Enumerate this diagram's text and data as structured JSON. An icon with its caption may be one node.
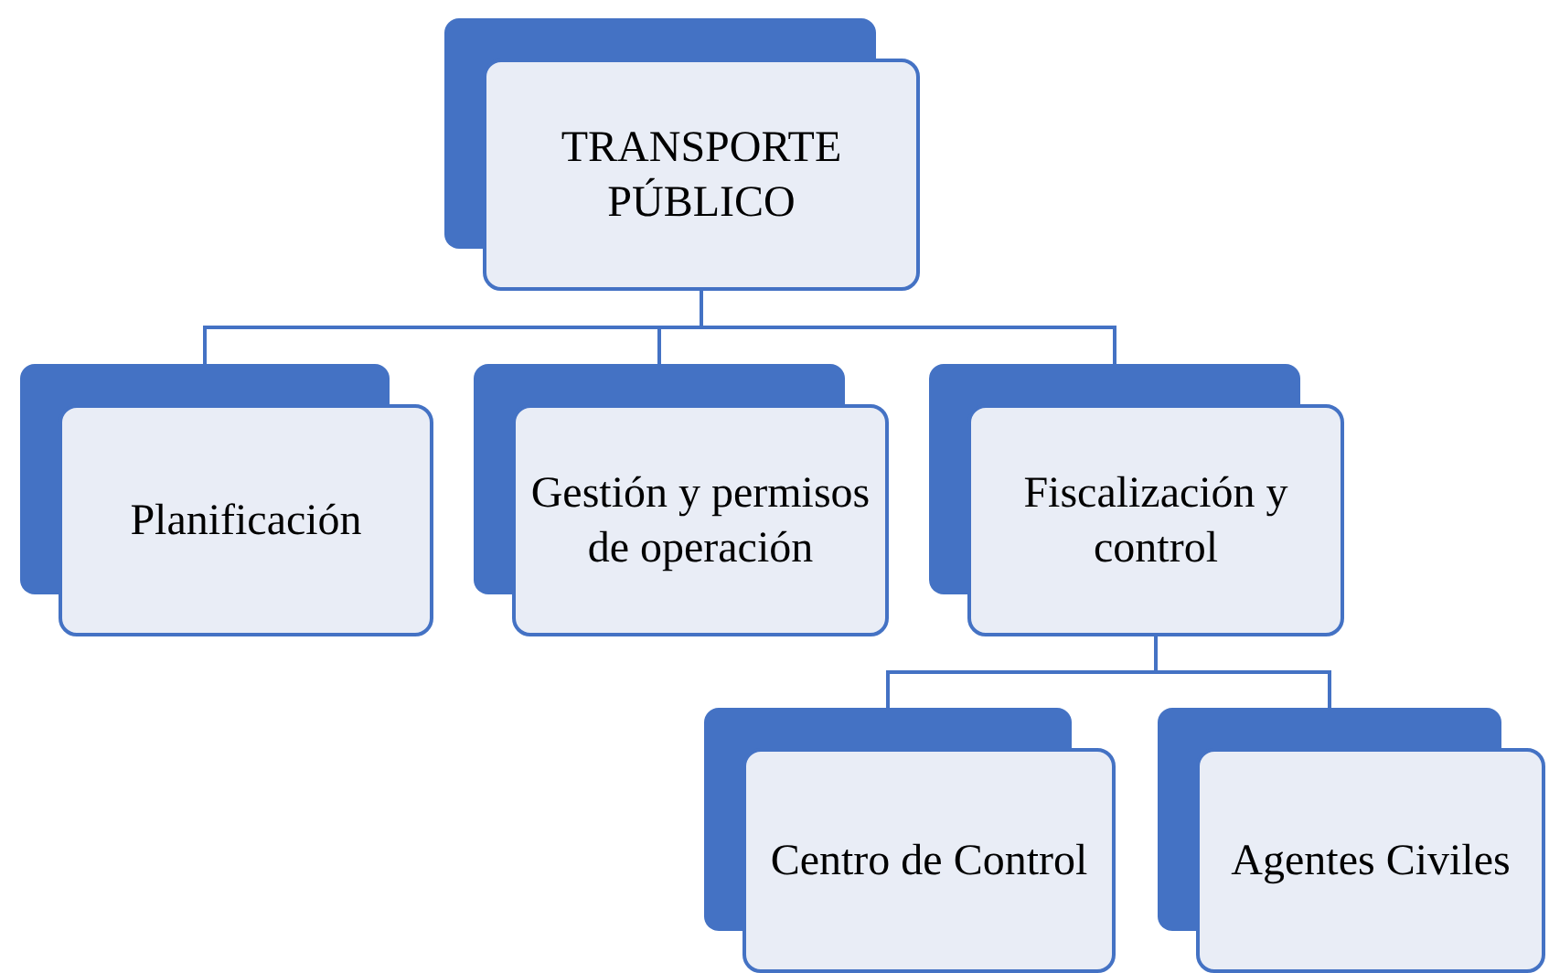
{
  "diagram": {
    "nodes": [
      {
        "text": [
          "TRANSPORTE PÚBLICO"
        ]
      },
      {
        "text": [
          "Planificación"
        ]
      },
      {
        "text": [
          "Gestión y permisos de operación"
        ]
      },
      {
        "text": [
          "Fiscalización y control"
        ]
      },
      {
        "text": [
          "Centro de Control"
        ]
      },
      {
        "text": [
          "Agentes Civiles"
        ]
      }
    ],
    "edges": [
      {
        "from": 0,
        "to": 1,
        "arrow": "none"
      },
      {
        "from": 0,
        "to": 2,
        "arrow": "none"
      },
      {
        "from": 0,
        "to": 3,
        "arrow": "none"
      },
      {
        "from": 3,
        "to": 4,
        "arrow": "none"
      },
      {
        "from": 3,
        "to": 5,
        "arrow": "none"
      }
    ]
  }
}
